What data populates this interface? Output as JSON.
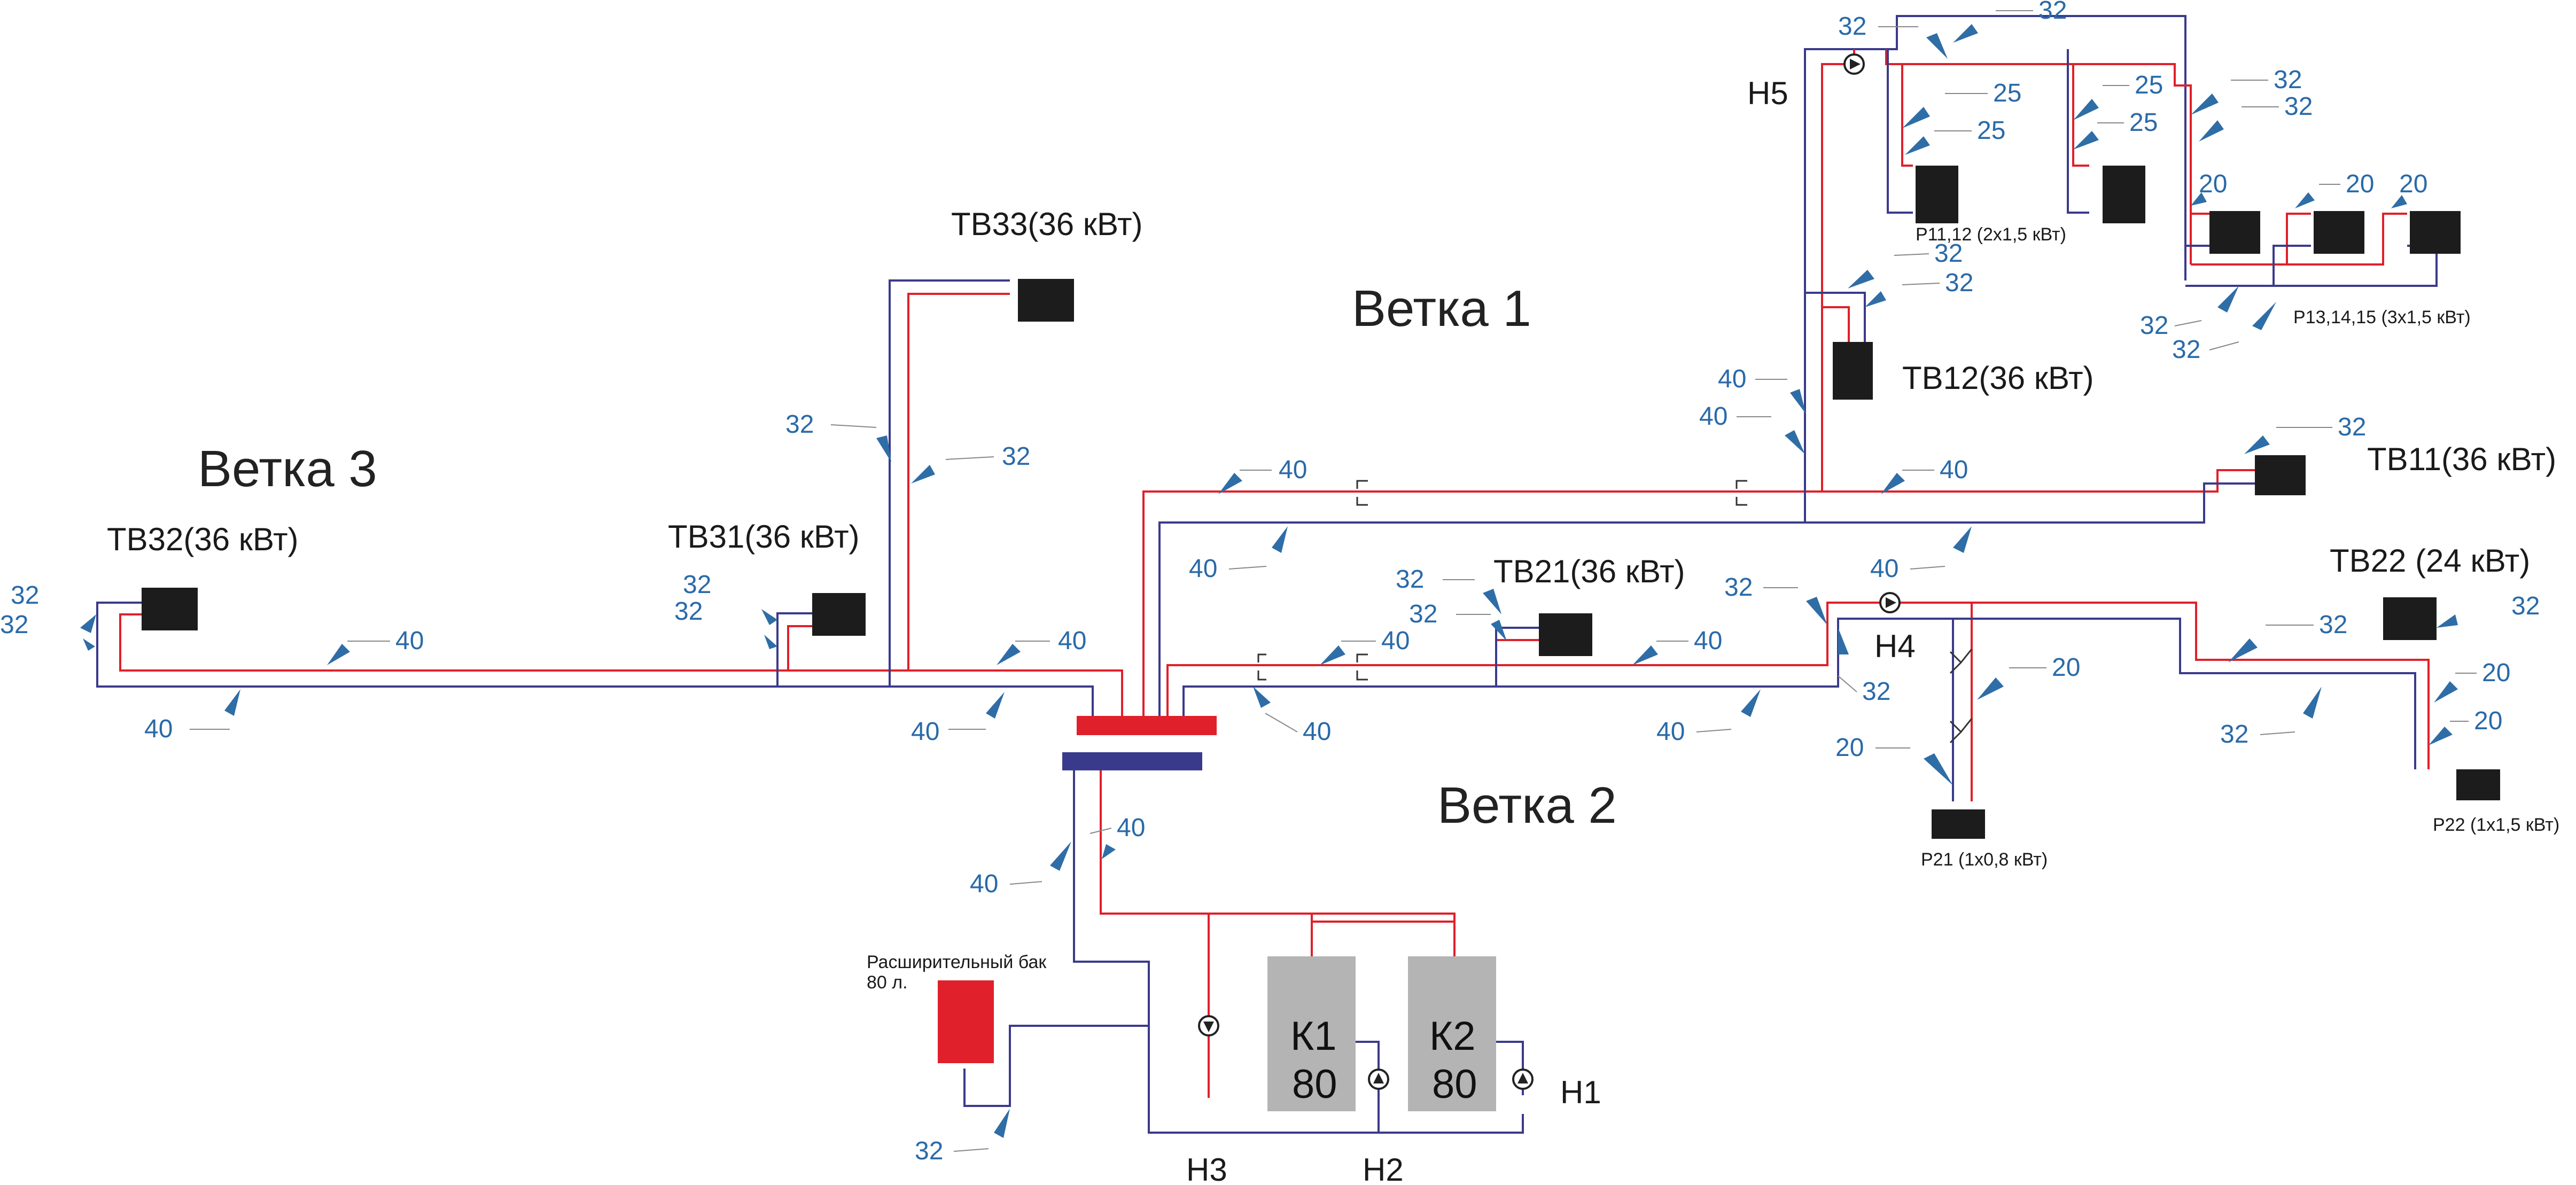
{
  "branches": {
    "b1": "Ветка 1",
    "b2": "Ветка 2",
    "b3": "Ветка 3"
  },
  "units": {
    "tv11": "ТВ11(36 кВт)",
    "tv12": "ТВ12(36 кВт)",
    "tv21": "ТВ21(36 кВт)",
    "tv22": "ТВ22 (24 кВт)",
    "tv31": "ТВ31(36 кВт)",
    "tv32": "ТВ32(36 кВт)",
    "tv33": "ТВ33(36 кВт)"
  },
  "radiators": {
    "p11": "Р11,12 (2х1,5 кВт)",
    "p13": "Р13,14,15 (3х1,5 кВт)",
    "p21": "Р21 (1х0,8 кВт)",
    "p22": "Р22 (1х1,5 кВт)"
  },
  "pumps": {
    "h1": "Н1",
    "h2": "Н2",
    "h3": "Н3",
    "h4": "Н4",
    "h5": "Н5"
  },
  "boilers": {
    "k1": "К1",
    "k1_power": "80",
    "k2": "К2",
    "k2_power": "80"
  },
  "tank": {
    "line1": "Расширительный бак",
    "line2": "80 л."
  },
  "diameters": {
    "d40": "40",
    "d32": "32",
    "d25": "25",
    "d20": "20"
  },
  "colors": {
    "supply": "#e0202a",
    "return": "#3a3a8c",
    "label": "#2a6aa8",
    "boiler": "#b4b4b4",
    "tank": "#e0202a"
  }
}
